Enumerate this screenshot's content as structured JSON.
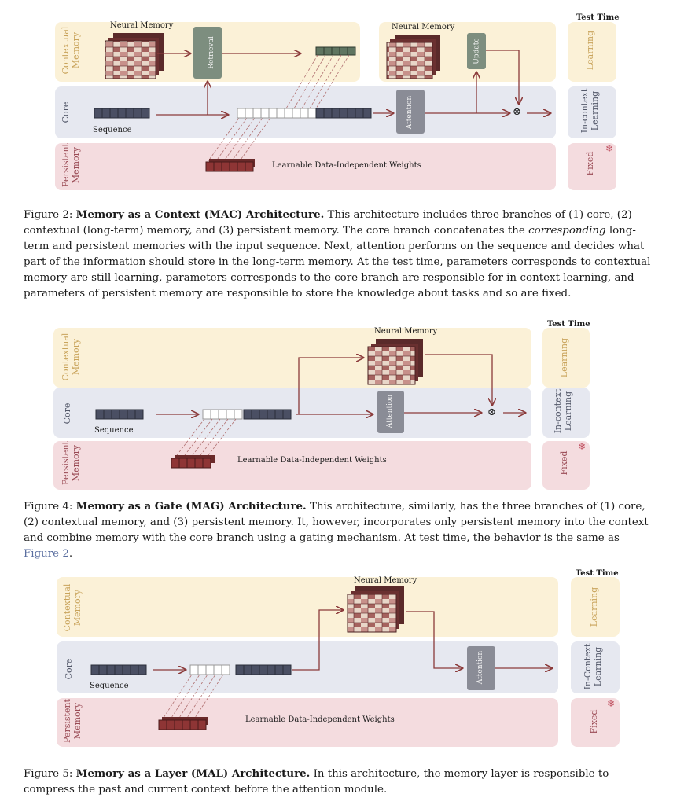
{
  "labels": {
    "contextual_memory": "Contextual\nMemory",
    "core": "Core",
    "persistent_memory": "Persistent\nMemory",
    "neural_memory": "Neural Memory",
    "sequence": "Sequence",
    "weights": "Learnable Data-Independent Weights",
    "retrieval": "Retrieval",
    "update": "Update",
    "attention": "Attention",
    "test_time": "Test Time",
    "learning": "Learning",
    "in_context_learning_1": "In-context\nLearning",
    "in_context_learning_3": "In-Context\nLearning",
    "fixed": "Fixed",
    "gate_symbol": "⊗",
    "snowflake": "❄"
  },
  "figures": [
    {
      "caption_prefix": "Figure 2: ",
      "caption_title": "Memory as a Context (MAC) Architecture.",
      "caption_body_1": " This architecture includes three branches of (1) core, (2) contextual (long-term) memory, and (3) persistent memory. The core branch concatenates the ",
      "caption_emph": "corresponding",
      "caption_body_2": " long-term and persistent memories with the input sequence. Next, attention performs on the sequence and decides what part of the information should store in the long-term memory. At the test time, parameters corresponds to contextual memory are still learning, parameters corresponds to the core branch are responsible for in-context learning, and parameters of persistent memory are responsible to store the knowledge about tasks and so are fixed."
    },
    {
      "caption_prefix": "Figure 4: ",
      "caption_title": "Memory as a Gate (MAG) Architecture.",
      "caption_body_1": " This architecture, similarly, has the three branches of (1) core, (2) contextual memory, and (3) persistent memory. It, however, incorporates only persistent memory into the context and combine memory with the core branch using a gating mechanism. At test time, the behavior is the same as ",
      "caption_ref": "Figure 2",
      "caption_end": "."
    },
    {
      "caption_prefix": "Figure 5: ",
      "caption_title": "Memory as a Layer (MAL) Architecture.",
      "caption_body_1": " In this architecture, the memory layer is responsible to compress the past and current context before the attention module."
    }
  ],
  "colors": {
    "contextual_band": "#fbf1d7",
    "core_band": "#e6e8f0",
    "persistent_band": "#f4dcdf",
    "arrow": "#8b3a3a",
    "token_gray": "#4a4f63",
    "token_red": "#8e3535",
    "token_green": "#5f7561",
    "module_gray": "#8a8c96",
    "module_green": "#7d8e7f"
  }
}
